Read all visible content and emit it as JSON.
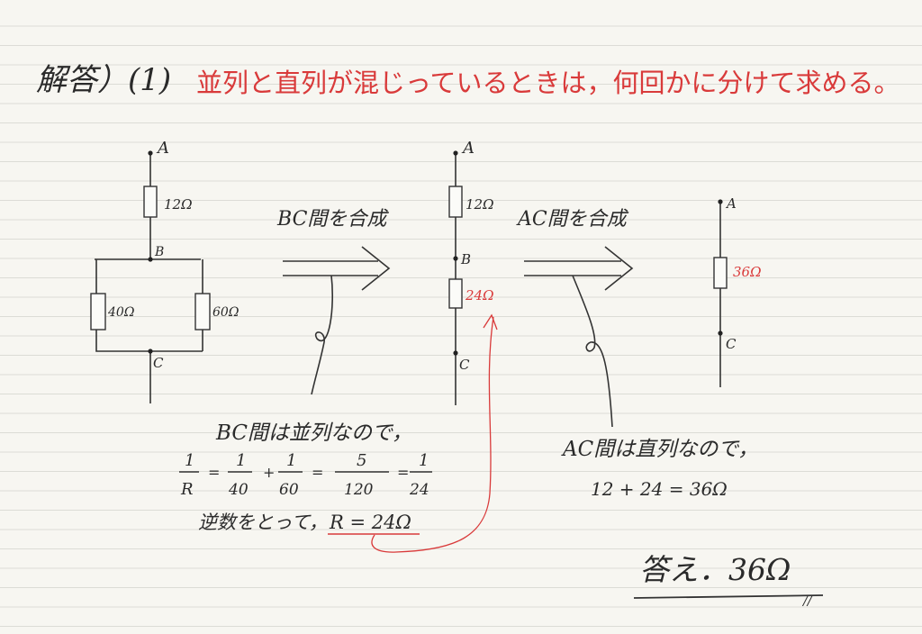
{
  "heading": {
    "label": "解答）(1)",
    "note": "並列と直列が混じっているときは，何回かに分けて求める。"
  },
  "colors": {
    "ink": "#2a2a2a",
    "red": "#d93a3a",
    "paper": "#f7f6f1",
    "rule": "#dcdcd6"
  },
  "circuit1": {
    "node_a": "A",
    "node_b": "B",
    "node_c": "C",
    "r_top": "12Ω",
    "r_left": "40Ω",
    "r_right": "60Ω"
  },
  "arrow1": {
    "label": "BC間を合成"
  },
  "circuit2": {
    "node_a": "A",
    "node_b": "B",
    "node_c": "C",
    "r_top": "12Ω",
    "r_mid": "24Ω"
  },
  "arrow2": {
    "label": "AC間を合成"
  },
  "circuit3": {
    "node_a": "A",
    "node_c": "C",
    "r": "36Ω"
  },
  "explain_bc": {
    "line1": "BC間は並列なので，",
    "eq": {
      "f1_num": "1",
      "f1_den": "R",
      "f2_num": "1",
      "f2_den": "40",
      "f3_num": "1",
      "f3_den": "60",
      "f4_num": "5",
      "f4_den": "120",
      "f5_num": "1",
      "f5_den": "24",
      "eq1": "=",
      "plus": "+",
      "eq2": "=",
      "eq3": "="
    },
    "line3_prefix": "逆数をとって，",
    "line3_result": "R = 24Ω"
  },
  "explain_ac": {
    "line1": "AC間は直列なので，",
    "line2": "12 + 24 = 36Ω"
  },
  "answer": {
    "text": "答え．36Ω",
    "mark": "//"
  }
}
